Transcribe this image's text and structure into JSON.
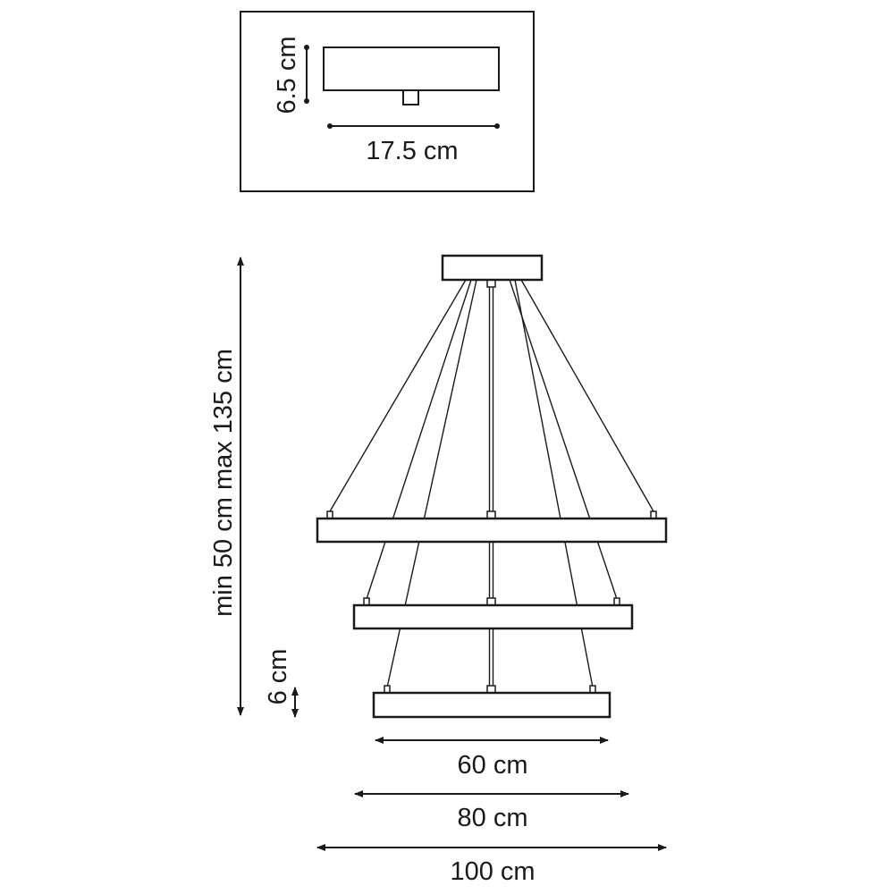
{
  "canopy_detail": {
    "height_label": "6.5 cm",
    "width_label": "17.5 cm"
  },
  "pendant": {
    "drop_label": "min 50 cm max 135 cm",
    "ring_height_label": "6 cm",
    "ring_widths": [
      {
        "label": "60 cm"
      },
      {
        "label": "80 cm"
      },
      {
        "label": "100 cm"
      }
    ]
  }
}
